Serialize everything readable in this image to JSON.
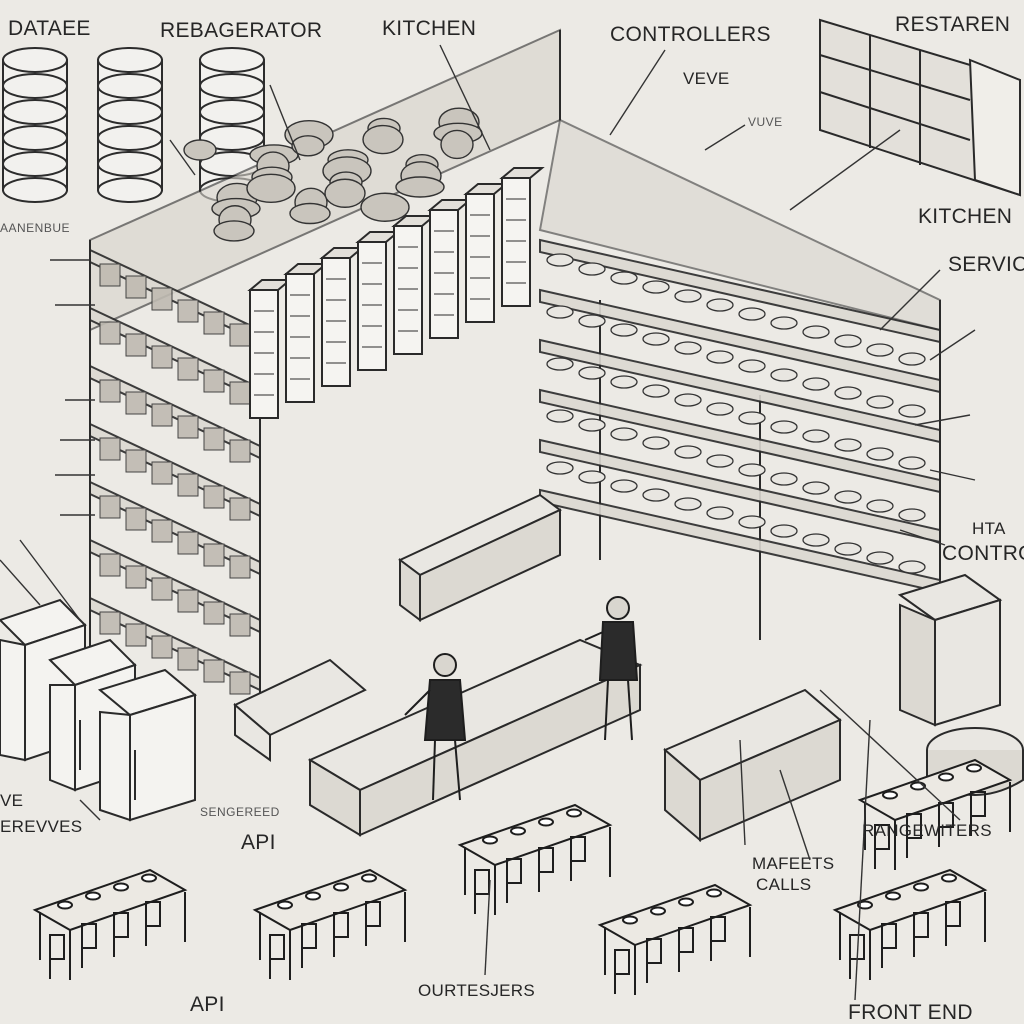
{
  "labels": {
    "database": "DATAEE",
    "rebagerator": "REBAGERATOR",
    "kitchen_top": "KITCHEN",
    "controllers": "CONTROLLERS",
    "restaren": "RESTAREN",
    "veve": "VEVE",
    "vuve": "VUVE",
    "kitchen_right": "KITCHEN",
    "service": "SERVICE",
    "hta": "HTA",
    "contro": "CONTRO",
    "rangewiters": "RANGEWITERS",
    "mafeets_line1": "MAFEETS",
    "mafeets_line2": "CALLS",
    "api_center": "API",
    "api_bottom": "API",
    "ourtesjers": "OURTESJERS",
    "front_end": "FRONT END",
    "sengereed": "SENGEREED",
    "ve": "VE",
    "erevves": "EREVVES",
    "aanenbue": "AANENBUE"
  },
  "colors": {
    "paper": "#eceae5",
    "ink": "#262626",
    "shelf_fill": "#dcd9d2",
    "appliance_fill": "#f4f3f0",
    "table_fill": "#e9e7e2"
  },
  "scene_parts": {
    "storage_cans": 3,
    "server_racks": 8,
    "refrigerators": 3,
    "dining_tables": 6,
    "staff_figures": 2
  }
}
